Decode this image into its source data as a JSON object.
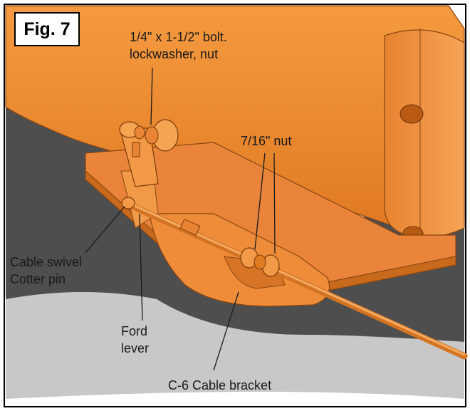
{
  "figure": {
    "label": "Fig. 7",
    "callouts": {
      "bolt": "1/4\" x 1-1/2\" bolt.\nlockwasher, nut",
      "nut": "7/16\" nut",
      "swivel": "Cable swivel\nCotter pin",
      "lever": "Ford\nlever",
      "bracket": "C-6 Cable bracket"
    }
  },
  "colors": {
    "body": "#f08a2e",
    "body_dark": "#c96414",
    "body_light": "#fbb56a",
    "shadow": "#3a3a3a",
    "outline": "#7a3a08"
  }
}
